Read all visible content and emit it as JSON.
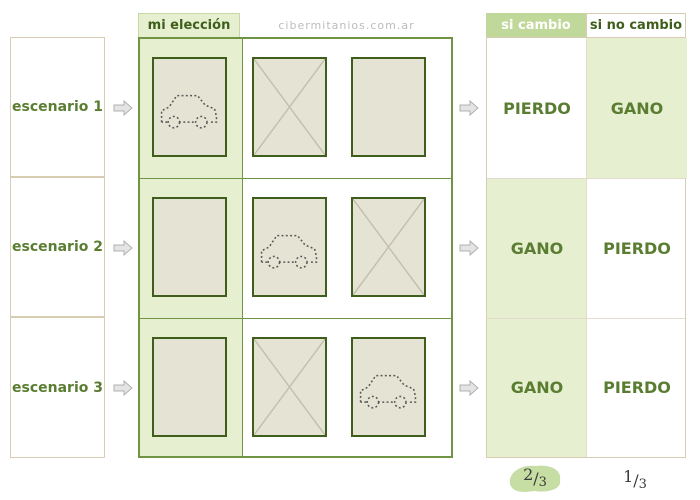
{
  "header": {
    "my_choice": "mi elección",
    "site": "cibermitanios.com.ar",
    "if_switch": "si cambio",
    "if_no_switch": "si no cambio"
  },
  "scenarios": [
    {
      "label": "escenario 1",
      "switch_result": "PIERDO",
      "stay_result": "GANO",
      "car_door": 1,
      "opened_door": 2
    },
    {
      "label": "escenario 2",
      "switch_result": "GANO",
      "stay_result": "PIERDO",
      "car_door": 2,
      "opened_door": 3
    },
    {
      "label": "escenario 3",
      "switch_result": "GANO",
      "stay_result": "PIERDO",
      "car_door": 3,
      "opened_door": 2
    }
  ],
  "totals": {
    "switch": {
      "numerator": "2",
      "denominator": "3"
    },
    "stay": {
      "numerator": "1",
      "denominator": "3"
    }
  },
  "colors": {
    "accent_green": "#6f9444",
    "highlight_green": "#e6efd0",
    "text_green": "#5a7d32",
    "door_fill": "#e5e3d3"
  }
}
